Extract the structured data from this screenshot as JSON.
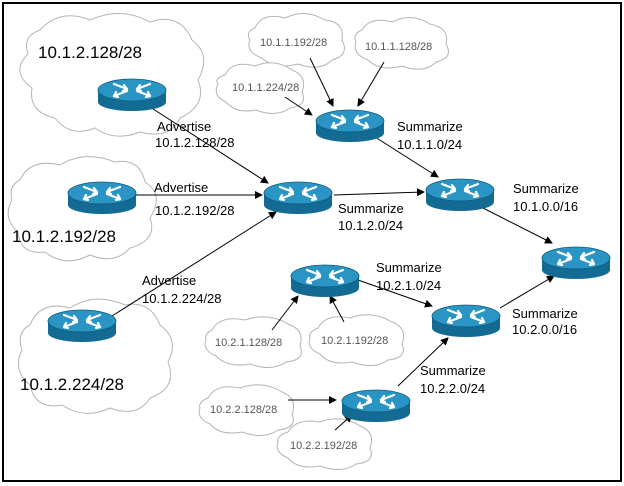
{
  "clouds": {
    "c128": "10.1.2.128/28",
    "c192": "10.1.2.192/28",
    "c224": "10.1.2.224/28",
    "s1_192": "10.1.1.192/28",
    "s1_128": "10.1.1.128/28",
    "s1_224": "10.1.1.224/28",
    "s21_128": "10.2.1.128/28",
    "s21_192": "10.2.1.192/28",
    "s22_128": "10.2.2.128/28",
    "s22_192": "10.2.2.192/28"
  },
  "labels": {
    "adv1": {
      "action": "Advertise",
      "prefix": "10.1.2.128/28"
    },
    "adv2": {
      "action": "Advertise",
      "prefix": "10.1.2.192/28"
    },
    "adv3": {
      "action": "Advertise",
      "prefix": "10.1.2.224/28"
    },
    "sum_1_1": {
      "action": "Summarize",
      "prefix": "10.1.1.0/24"
    },
    "sum_1_2": {
      "action": "Summarize",
      "prefix": "10.1.2.0/24"
    },
    "sum_1_0": {
      "action": "Summarize",
      "prefix": "10.1.0.0/16"
    },
    "sum_2_1": {
      "action": "Summarize",
      "prefix": "10.2.1.0/24"
    },
    "sum_2_0": {
      "action": "Summarize",
      "prefix": "10.2.0.0/16"
    },
    "sum_2_2": {
      "action": "Summarize",
      "prefix": "10.2.2.0/24"
    }
  },
  "colors": {
    "router_top": "#2a95c4",
    "router_side": "#136a93",
    "router_arrows": "#ffffff"
  }
}
